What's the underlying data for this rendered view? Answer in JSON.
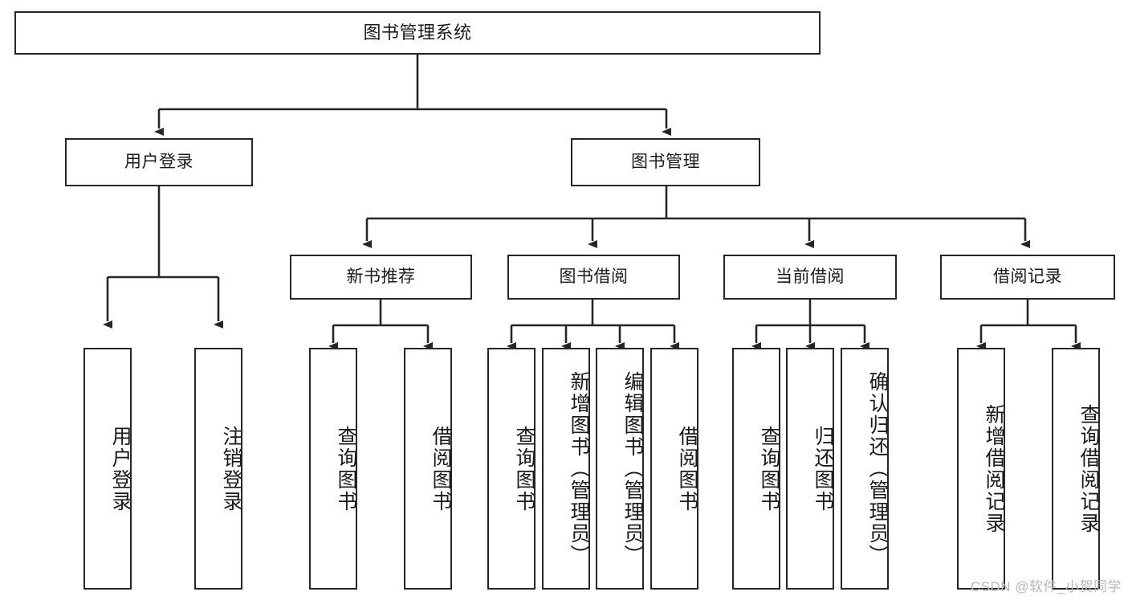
{
  "diagram": {
    "title": "图书管理系统",
    "type": "tree-hierarchy",
    "root": {
      "label": "图书管理系统"
    },
    "level2": [
      {
        "label": "用户登录"
      },
      {
        "label": "图书管理"
      }
    ],
    "level3": [
      {
        "label": "新书推荐"
      },
      {
        "label": "图书借阅"
      },
      {
        "label": "当前借阅"
      },
      {
        "label": "借阅记录"
      }
    ],
    "leaves": {
      "user_login": [
        {
          "label": "用户登录"
        },
        {
          "label": "注销登录"
        }
      ],
      "new_book_recommend": [
        {
          "label": "查询图书"
        },
        {
          "label": "借阅图书"
        }
      ],
      "book_borrow": [
        {
          "label": "查询图书"
        },
        {
          "label": "新增图书（管理员）"
        },
        {
          "label": "编辑图书（管理员）"
        },
        {
          "label": "借阅图书"
        }
      ],
      "current_borrow": [
        {
          "label": "查询图书"
        },
        {
          "label": "归还图书"
        },
        {
          "label": "确认归还（管理员）"
        }
      ],
      "borrow_record": [
        {
          "label": "新增借阅记录"
        },
        {
          "label": "查询借阅记录"
        }
      ]
    }
  },
  "watermark": {
    "text": "CSDN @软件_小贺同学"
  },
  "colors": {
    "stroke": "#262626",
    "background": "#ffffff",
    "text": "#1a1a1a",
    "watermark": "#b8b8b8"
  }
}
